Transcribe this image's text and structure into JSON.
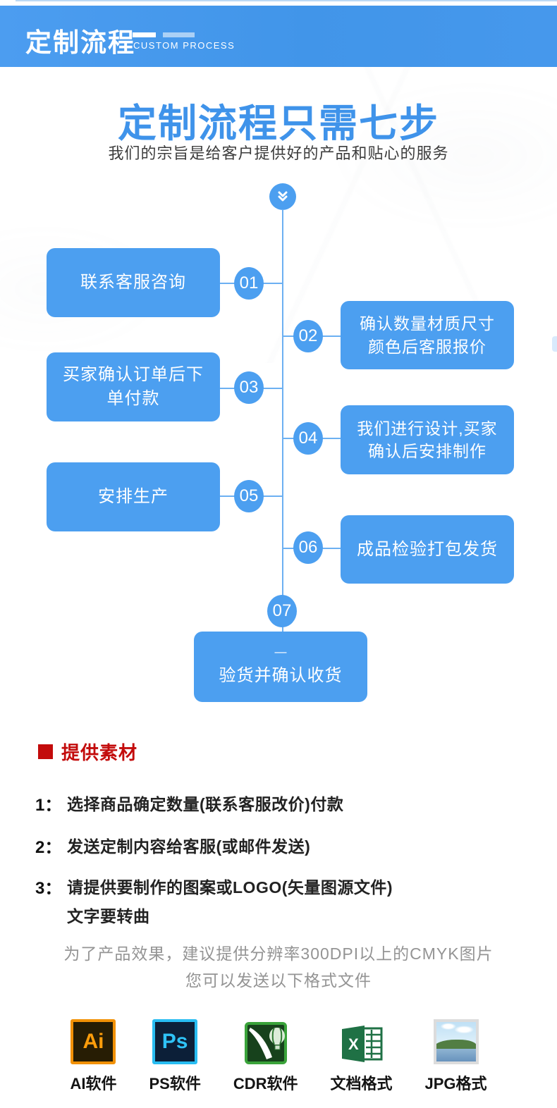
{
  "colors": {
    "accent_blue": "#4c9ff0",
    "banner_blue": "#4597ea",
    "title_blue": "#3f93ea",
    "line_blue": "#6cb0f2",
    "heading_red": "#c30b0b",
    "note_gray": "#949494"
  },
  "banner": {
    "title": "定制流程",
    "subtitle": "CUSTOM PROCESS"
  },
  "hero": {
    "title": "定制流程只需七步",
    "subtitle": "我们的宗旨是给客户提供好的产品和贴心的服务"
  },
  "flow": {
    "steps": [
      {
        "num": "01",
        "side": "left",
        "lines": [
          "联系客服咨询"
        ]
      },
      {
        "num": "02",
        "side": "right",
        "lines": [
          "确认数量材质尺寸",
          "颜色后客服报价"
        ]
      },
      {
        "num": "03",
        "side": "left",
        "lines": [
          "买家确认订单后下",
          "单付款"
        ]
      },
      {
        "num": "04",
        "side": "right",
        "lines": [
          "我们进行设计,买家",
          "确认后安排制作"
        ]
      },
      {
        "num": "05",
        "side": "left",
        "lines": [
          "安排生产"
        ]
      },
      {
        "num": "06",
        "side": "right",
        "lines": [
          "成品检验打包发货"
        ]
      },
      {
        "num": "07",
        "side": "center",
        "lines": [
          "—",
          "验货并确认收货"
        ]
      }
    ]
  },
  "materials": {
    "heading": "提供素材",
    "items": [
      {
        "num": "1：",
        "text": "选择商品确定数量(联系客服改价)付款"
      },
      {
        "num": "2：",
        "text": "发送定制内容给客服(或邮件发送)"
      },
      {
        "num": "3：",
        "text": "请提供要制作的图案或LOGO(矢量图源文件)",
        "text2": "文字要转曲"
      }
    ],
    "note_line1": "为了产品效果，建议提供分辨率300DPI以上的CMYK图片",
    "note_line2": "您可以发送以下格式文件"
  },
  "formats": [
    {
      "label": "AI软件",
      "glyph": "Ai"
    },
    {
      "label": "PS软件",
      "glyph": "Ps"
    },
    {
      "label": "CDR软件",
      "glyph": ""
    },
    {
      "label": "文档格式",
      "glyph": "X"
    },
    {
      "label": "JPG格式",
      "glyph": ""
    }
  ]
}
